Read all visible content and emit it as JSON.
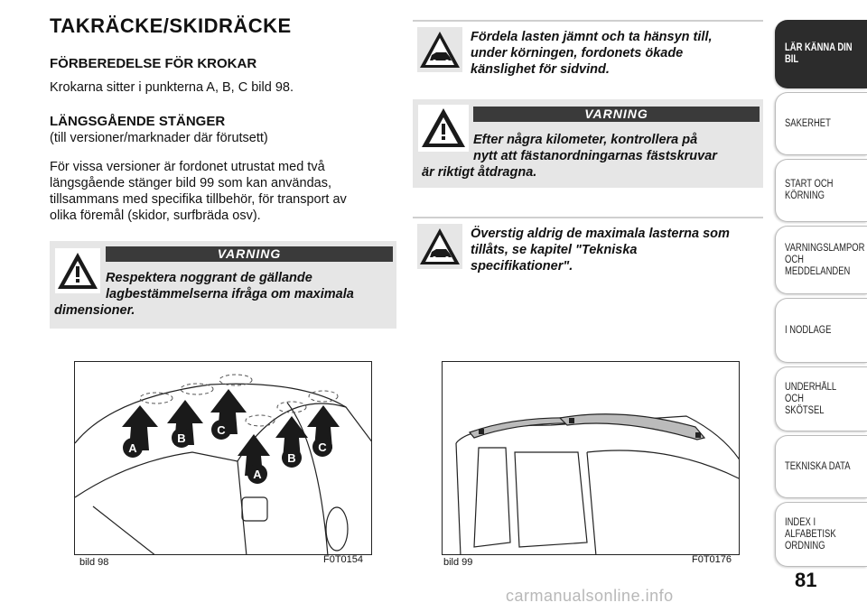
{
  "page_title": "TAKRÄCKE/SKIDRÄCKE",
  "section1": {
    "heading": "FÖRBEREDELSE FÖR KROKAR",
    "text": "Krokarna sitter i punkterna A, B, C bild 98."
  },
  "section2": {
    "heading": "LÄNGSGÅENDE STÄNGER",
    "subheading": "(till versioner/marknader där förutsett)",
    "text_lines": [
      "För vissa versioner är fordonet utrustat med två",
      "längsgående stänger bild 99 som kan användas,",
      "tillsammans med specifika tillbehör, för transport av",
      "olika föremål (skidor, surfbräda osv)."
    ]
  },
  "warning_left": {
    "label": "VARNING",
    "lines": [
      "Respektera noggrant de gällande",
      "lagbestämmelserna ifråga om maximala",
      "dimensioner."
    ]
  },
  "note_top": {
    "lines": [
      "Fördela lasten jämnt och ta hänsyn till,",
      "under körningen, fordonets ökade",
      "känslighet för sidvind."
    ]
  },
  "warning_right": {
    "label": "VARNING",
    "lines": [
      "Efter några kilometer, kontrollera på",
      "nytt att fästanordningarnas fästskruvar",
      "är riktigt åtdragna."
    ]
  },
  "note_bottom": {
    "lines": [
      "Överstig aldrig de maximala lasterna som",
      "tillåts, se kapitel \"Tekniska",
      "specifikationer\"."
    ]
  },
  "figure98": {
    "caption": "bild 98",
    "code": "F0T0154",
    "markers": [
      "A",
      "B",
      "C",
      "A",
      "B",
      "C"
    ]
  },
  "figure99": {
    "caption": "bild 99",
    "code": "F0T0176"
  },
  "sidebar": {
    "tabs": [
      "LÄR KÄNNA DIN\nBIL",
      "SÄKERHET",
      "START OCH\nKÖRNING",
      "VARNINGSLAMPOR\nOCH\nMEDDELANDEN",
      "I NÖDLÄGE",
      "UNDERHÅLL OCH\nSKÖTSEL",
      "TEKNISKA DATA",
      "INDEX I ALFABETISK\nORDNING"
    ],
    "active_index": 0
  },
  "page_number": "81",
  "watermark": "carmanualsonline.info",
  "colors": {
    "bar": "#3a3a3a",
    "box": "#e6e6e6",
    "active_tab": "#2c2c2c"
  }
}
